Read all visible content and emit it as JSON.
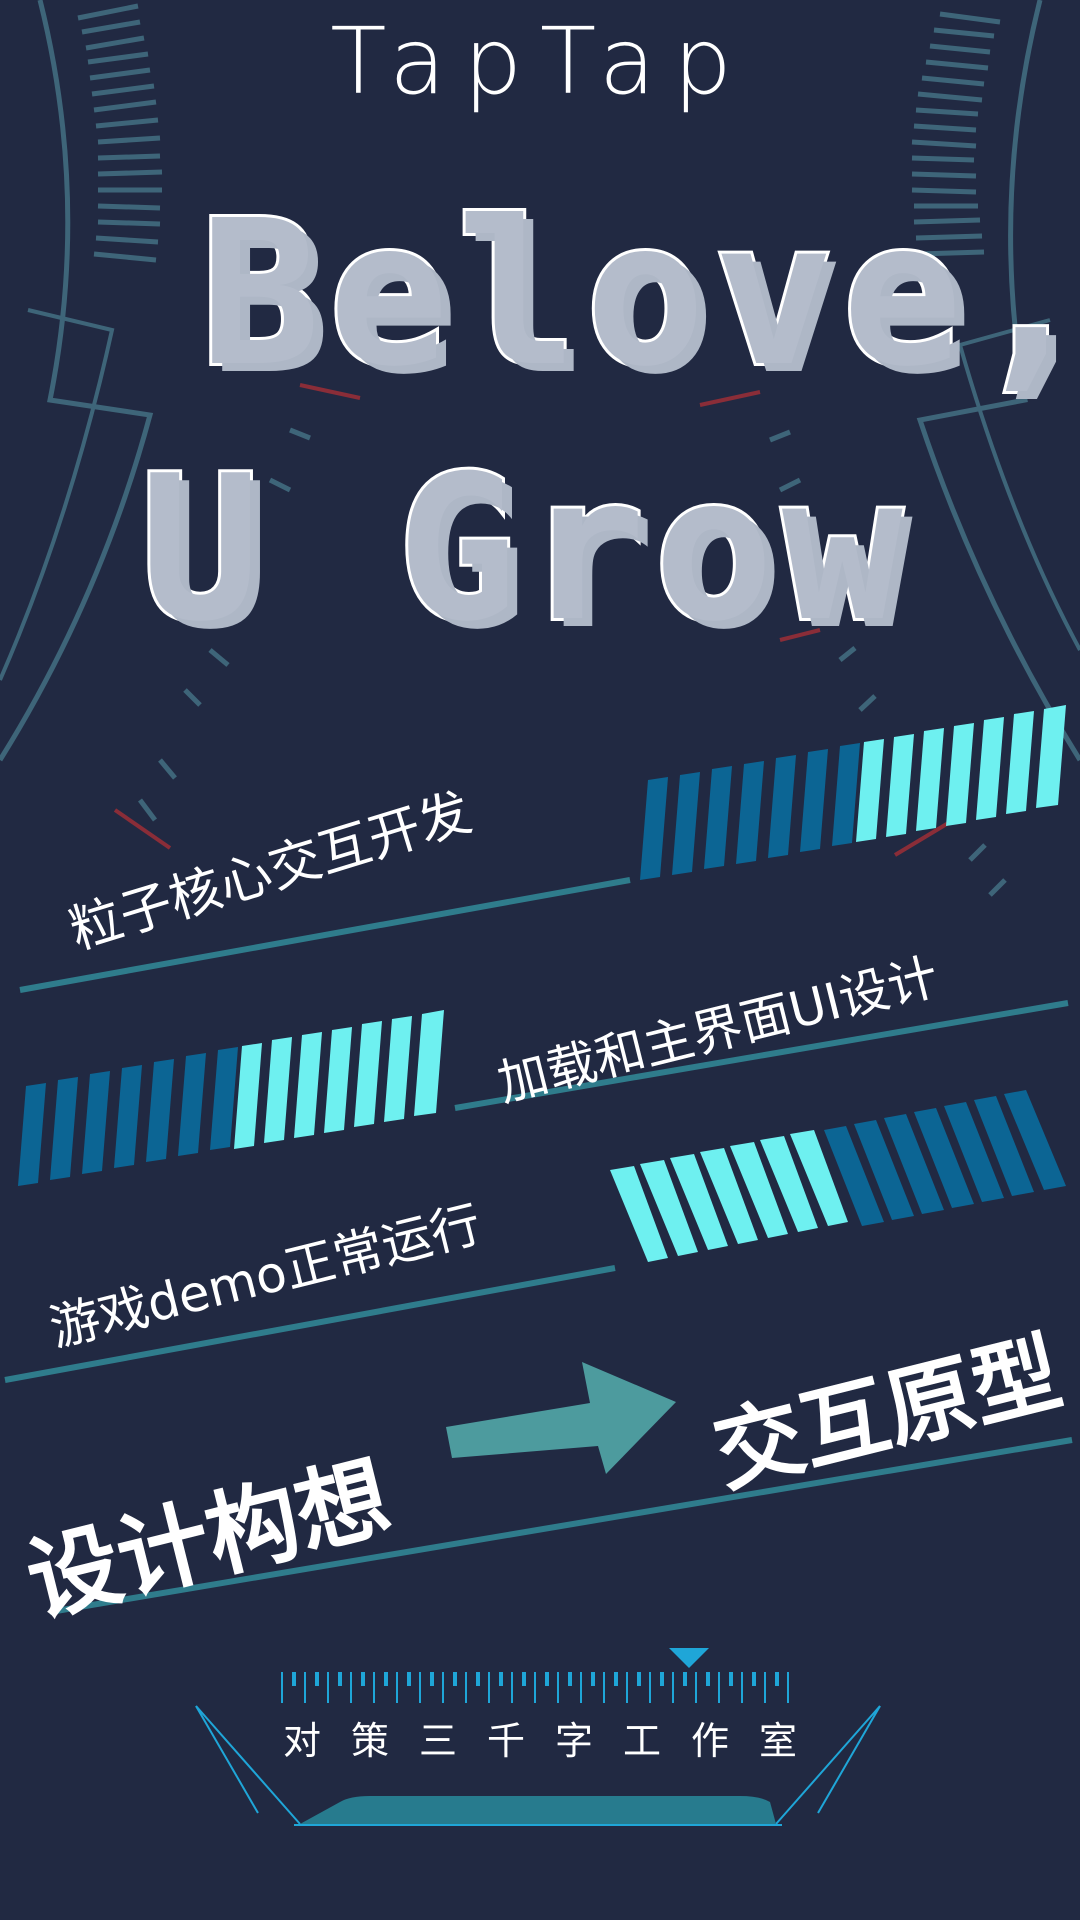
{
  "brand": {
    "title": "TapTap"
  },
  "headline": {
    "line1": "Belove,",
    "line2": "U Grow"
  },
  "milestones": [
    {
      "label": "粒子核心交互开发",
      "progress_bar": {
        "filled_segments": 7,
        "empty_segments": 7,
        "direction": "right"
      }
    },
    {
      "label": "加载和主界面UI设计",
      "progress_bar": {
        "filled_segments": 7,
        "empty_segments": 7,
        "direction": "left"
      }
    },
    {
      "label": "游戏demo正常运行",
      "progress_bar": {
        "filled_segments": 7,
        "empty_segments": 7,
        "direction": "right"
      }
    }
  ],
  "flow": {
    "from": "设计构想",
    "arrow_icon": "arrow-right-icon",
    "to": "交互原型"
  },
  "footer": {
    "studio_name": "对策三千字工作室",
    "ruler_marker_icon": "triangle-down-icon"
  },
  "colors": {
    "background": "#212942",
    "line_teal": "#2f7c8c",
    "hud_lines": "#3e6579",
    "bar_filled": "#6ef0f0",
    "bar_empty": "#0c6594",
    "arrow": "#4d9b9e",
    "ruler_blue": "#1fa6d8",
    "accent_red": "#8a2d38",
    "headline_fill": "#b4bccb",
    "text": "#ffffff"
  }
}
